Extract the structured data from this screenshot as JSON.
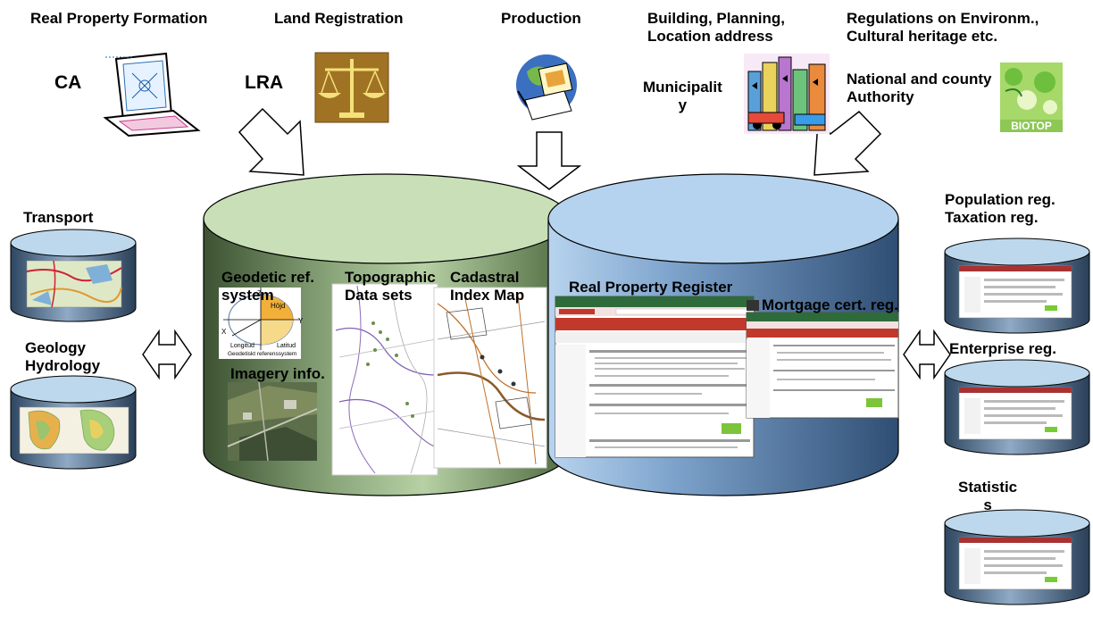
{
  "headers": {
    "real_property_formation": "Real Property Formation",
    "land_registration": "Land Registration",
    "production": "Production",
    "building_planning": "Building, Planning,\nLocation address",
    "regulations": "Regulations on Environm.,\nCultural heritage etc."
  },
  "authorities": {
    "ca": "CA",
    "lra": "LRA",
    "municipality": "Municipalit\ny",
    "national_county": "National and county\nAuthority",
    "biotop_sign": "BIOTOP"
  },
  "left_registers": {
    "transport": "Transport",
    "geology_hydrology": "Geology\nHydrology"
  },
  "green_cylinder": {
    "geodetic": "Geodetic ref.\nsystem",
    "topographic": "Topographic\nData sets",
    "cadastral": "Cadastral\nIndex  Map",
    "imagery": "Imagery info.",
    "geodetic_fig": {
      "top": "Z",
      "hojd": "Höjd",
      "x": "X",
      "y": "Y",
      "longitud": "Longitud",
      "latitud": "Latitud",
      "caption": "Geodetiskt referenssystem"
    }
  },
  "blue_cylinder": {
    "real_property_register": "Real Property Register",
    "mortgage": "Mortgage cert. reg."
  },
  "right_registers": {
    "population_taxation": "Population reg.\nTaxation reg.",
    "enterprise": "Enterprise reg.",
    "statistics": "Statistic\ns"
  },
  "colors": {
    "green_cylinder": "#c8dfb8",
    "green_cylinder_dark": "#4f6a40",
    "blue_cylinder": "#b5d3ef",
    "blue_cylinder_dark": "#3a5a80",
    "small_cylinder_top": "#bdd8ec",
    "outline": "#000000"
  }
}
